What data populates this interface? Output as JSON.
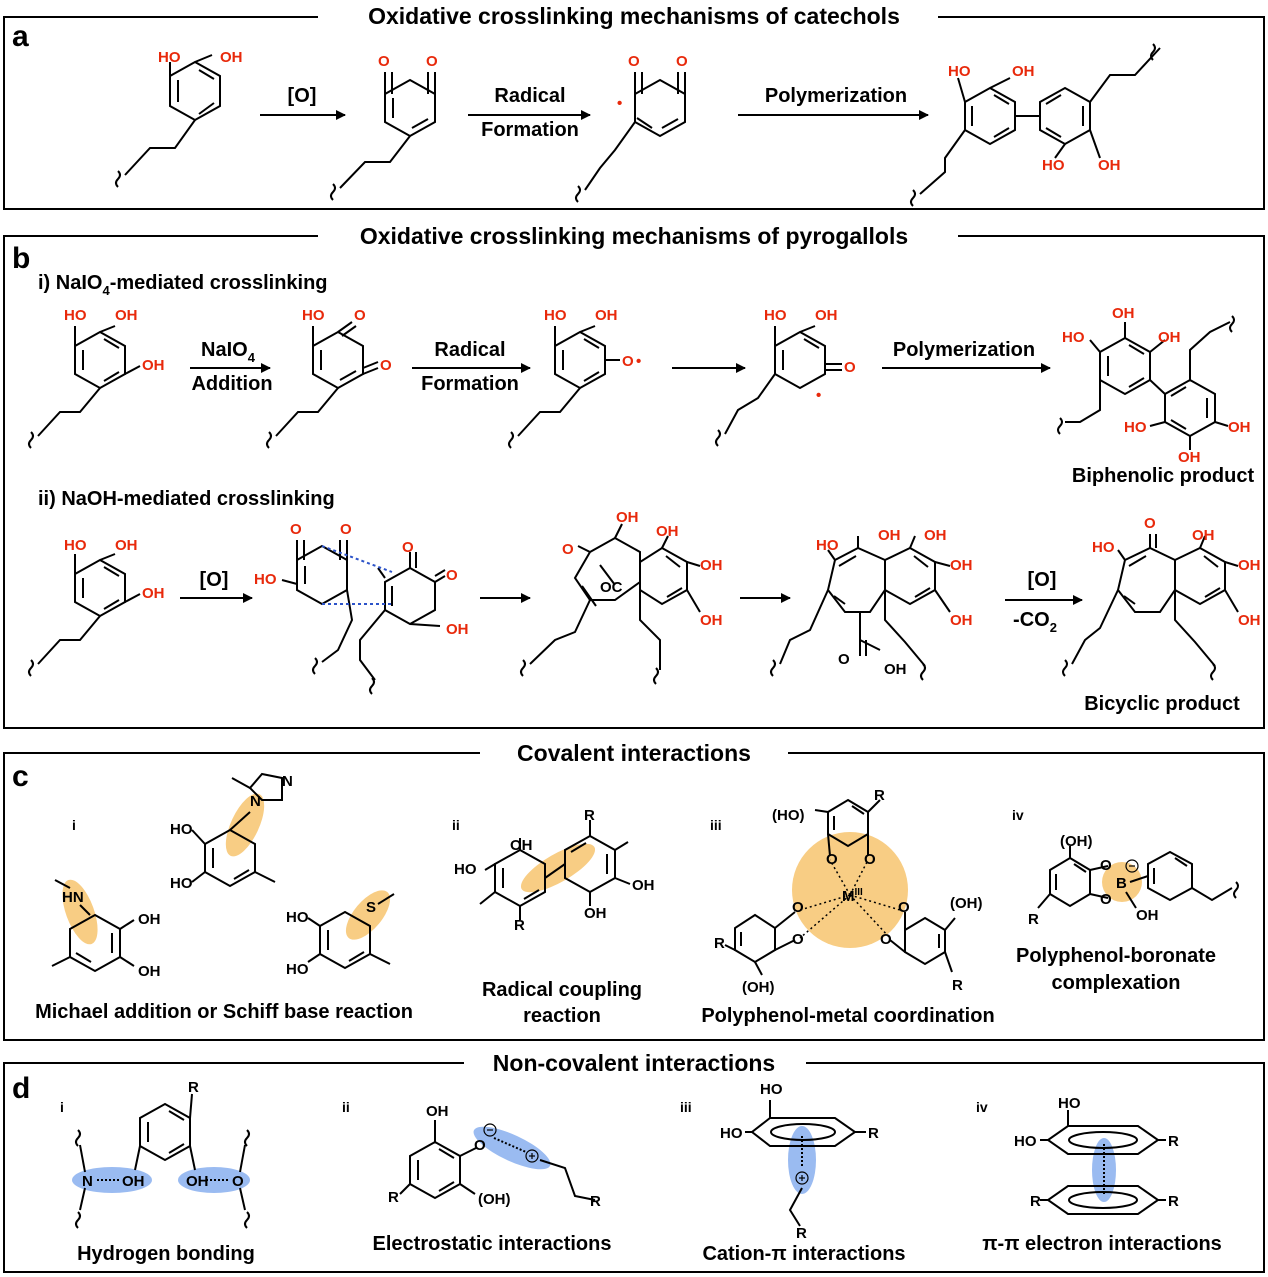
{
  "panels": {
    "a": {
      "letter": "a",
      "title": "Oxidative crosslinking mechanisms of catechols",
      "arrows": [
        "[O]",
        "Radical",
        "Formation",
        "Polymerization"
      ]
    },
    "b": {
      "letter": "b",
      "title": "Oxidative crosslinking mechanisms of pyrogallols",
      "row1_title": "i) NaIO",
      "row1_title_sub": "4",
      "row1_title_rest": "-mediated crosslinking",
      "row1_arrows": [
        "NaIO",
        "4",
        "Addition",
        "Radical",
        "Formation",
        "Polymerization"
      ],
      "row1_product": "Biphenolic product",
      "row2_title": "ii) NaOH-mediated crosslinking",
      "row2_arrows": [
        "[O]",
        "[O]",
        "-CO",
        "2"
      ],
      "row2_product": "Bicyclic product"
    },
    "c": {
      "letter": "c",
      "title": "Covalent interactions",
      "items": [
        {
          "num": "i",
          "caption": "Michael addition or Schiff base reaction"
        },
        {
          "num": "ii",
          "caption_line1": "Radical coupling",
          "caption_line2": "reaction"
        },
        {
          "num": "iii",
          "caption": "Polyphenol-metal coordination"
        },
        {
          "num": "iv",
          "caption_line1": "Polyphenol-boronate",
          "caption_line2": "complexation"
        }
      ]
    },
    "d": {
      "letter": "d",
      "title": "Non-covalent interactions",
      "items": [
        {
          "num": "i",
          "caption": "Hydrogen bonding"
        },
        {
          "num": "ii",
          "caption": "Electrostatic interactions"
        },
        {
          "num": "iii",
          "caption": "Cation-π interactions"
        },
        {
          "num": "iv",
          "caption": "π-π electron interactions"
        }
      ]
    }
  },
  "atoms": {
    "OH": "OH",
    "HO": "HO",
    "O": "O",
    "OC": "OC",
    "N": "N",
    "HN": "HN",
    "S": "S",
    "M": "M",
    "M_sup": "III",
    "B": "B",
    "R": "R",
    "OH_paren": "(OH)",
    "HO_paren": "(HO)",
    "OH_cis": "OH",
    "radical": "•"
  },
  "colors": {
    "heteroatom": "#e8290b",
    "covalent_highlight": "#f7c877",
    "noncovalent_highlight": "#8fb4ef",
    "dotted_interaction": "#2c53c9"
  }
}
